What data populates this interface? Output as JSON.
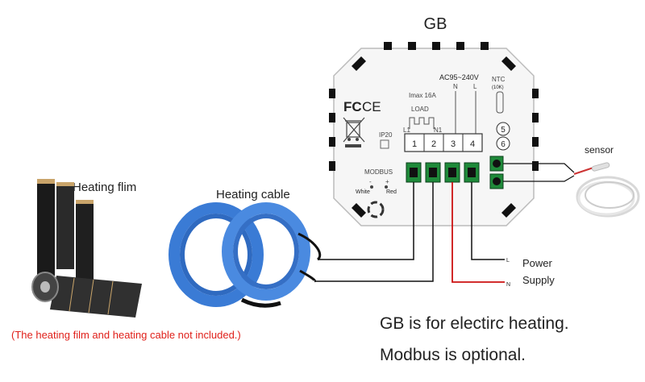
{
  "device": {
    "model": "GB",
    "voltage": "AC95~240V",
    "imax": "Imax 16A",
    "load": "LOAD",
    "ip_rating": "IP20",
    "fc": "FC",
    "ce": "CE",
    "modbus": "MODBUS",
    "modbus_minus": "-",
    "modbus_plus": "+",
    "modbus_white": "White",
    "modbus_red": "Red",
    "ntc": "NTC",
    "ntc_sub": "(10K)",
    "n_label": "N",
    "l_label": "L",
    "terminal_labels": [
      "L1",
      "N1"
    ],
    "terminals": [
      "1",
      "2",
      "3",
      "4",
      "5",
      "6"
    ]
  },
  "labels": {
    "heating_film": "Heating flim",
    "heating_cable": "Heating cable",
    "sensor": "sensor",
    "power": "Power",
    "supply": "Supply",
    "wire_l": "L",
    "wire_n": "N"
  },
  "notes": {
    "not_included": "(The heating film and heating cable not included.)",
    "line1": "GB is for electirc heating.",
    "line2": "Modbus is optional."
  },
  "colors": {
    "wire": "#111111",
    "live": "#cc1111",
    "cable_blue": "#3a7bd5",
    "note_red": "#e0201a",
    "terminal_green": "#1f8a3a"
  }
}
